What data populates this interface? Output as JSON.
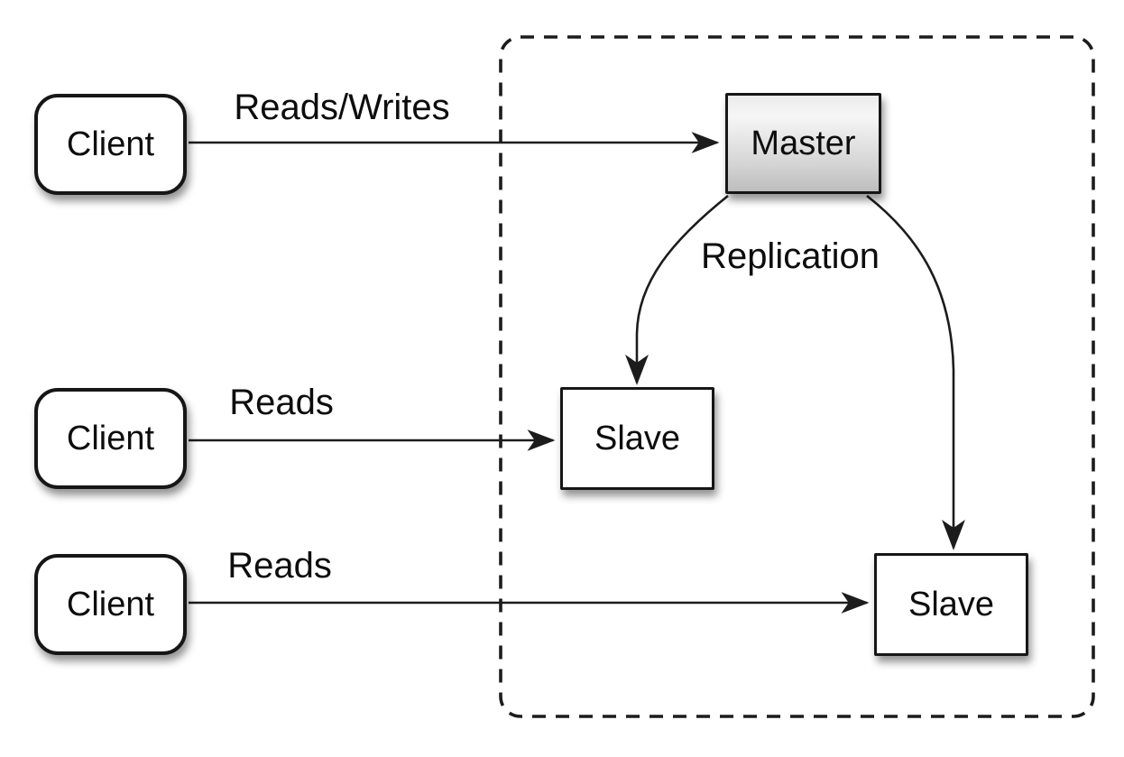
{
  "nodes": {
    "client_top": {
      "label": "Client"
    },
    "client_middle": {
      "label": "Client"
    },
    "client_bottom": {
      "label": "Client"
    },
    "master": {
      "label": "Master"
    },
    "slave_middle": {
      "label": "Slave"
    },
    "slave_bottom": {
      "label": "Slave"
    }
  },
  "edge_labels": {
    "reads_writes": "Reads/Writes",
    "reads_middle": "Reads",
    "reads_bottom": "Reads",
    "replication": "Replication"
  },
  "colors": {
    "line": "#1c1c1c",
    "node_border": "#161616",
    "node_fill": "#ffffff",
    "master_fill_top": "#f0f0f0",
    "master_fill_bottom": "#bdbdbd",
    "background": "#ffffff",
    "text": "#0d0d0d"
  }
}
